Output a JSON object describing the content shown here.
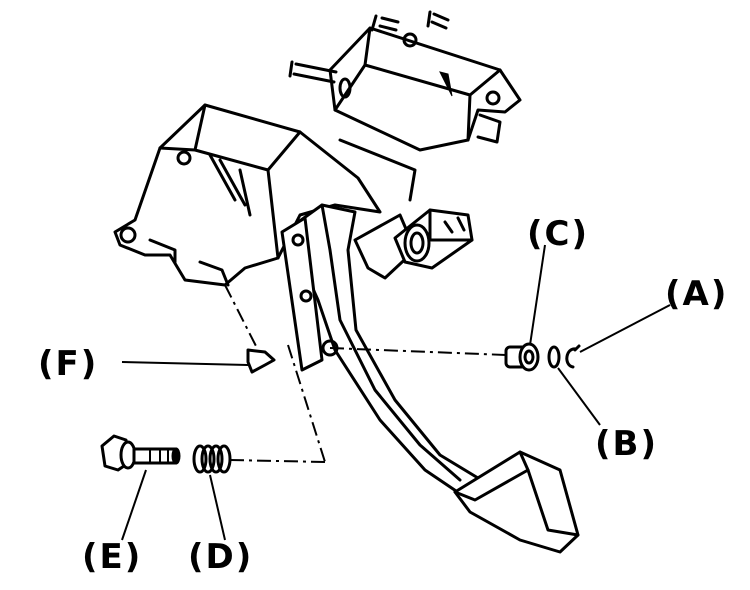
{
  "labels": {
    "A": "(A)",
    "B": "(B)",
    "C": "(C)",
    "D": "(D)",
    "E": "(E)",
    "F": "(F)"
  },
  "colors": {
    "line": "#000000",
    "background": "#ffffff"
  }
}
